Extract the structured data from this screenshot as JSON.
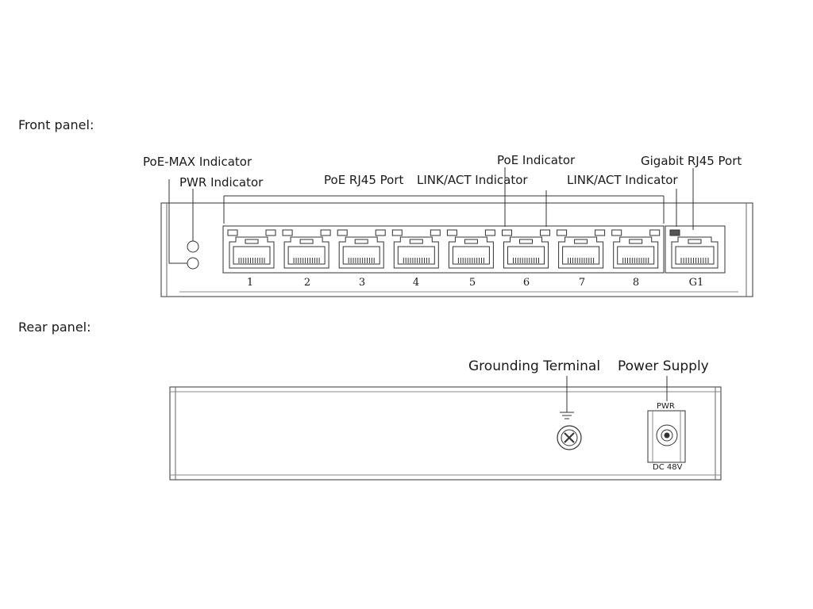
{
  "sections": {
    "front": "Front panel:",
    "rear": "Rear panel:"
  },
  "front_labels": {
    "poe_max": "PoE-MAX Indicator",
    "pwr": "PWR Indicator",
    "poe_rj45": "PoE RJ45 Port",
    "link_act_1": "LINK/ACT Indicator",
    "poe_ind": "PoE Indicator",
    "link_act_2": "LINK/ACT Indicator",
    "gigabit": "Gigabit RJ45 Port"
  },
  "ports": [
    "1",
    "2",
    "3",
    "4",
    "5",
    "6",
    "7",
    "8"
  ],
  "uplink_port": "G1",
  "rear_labels": {
    "grounding": "Grounding Terminal",
    "power": "Power Supply",
    "pwr_small": "PWR",
    "dc": "DC 48V"
  }
}
